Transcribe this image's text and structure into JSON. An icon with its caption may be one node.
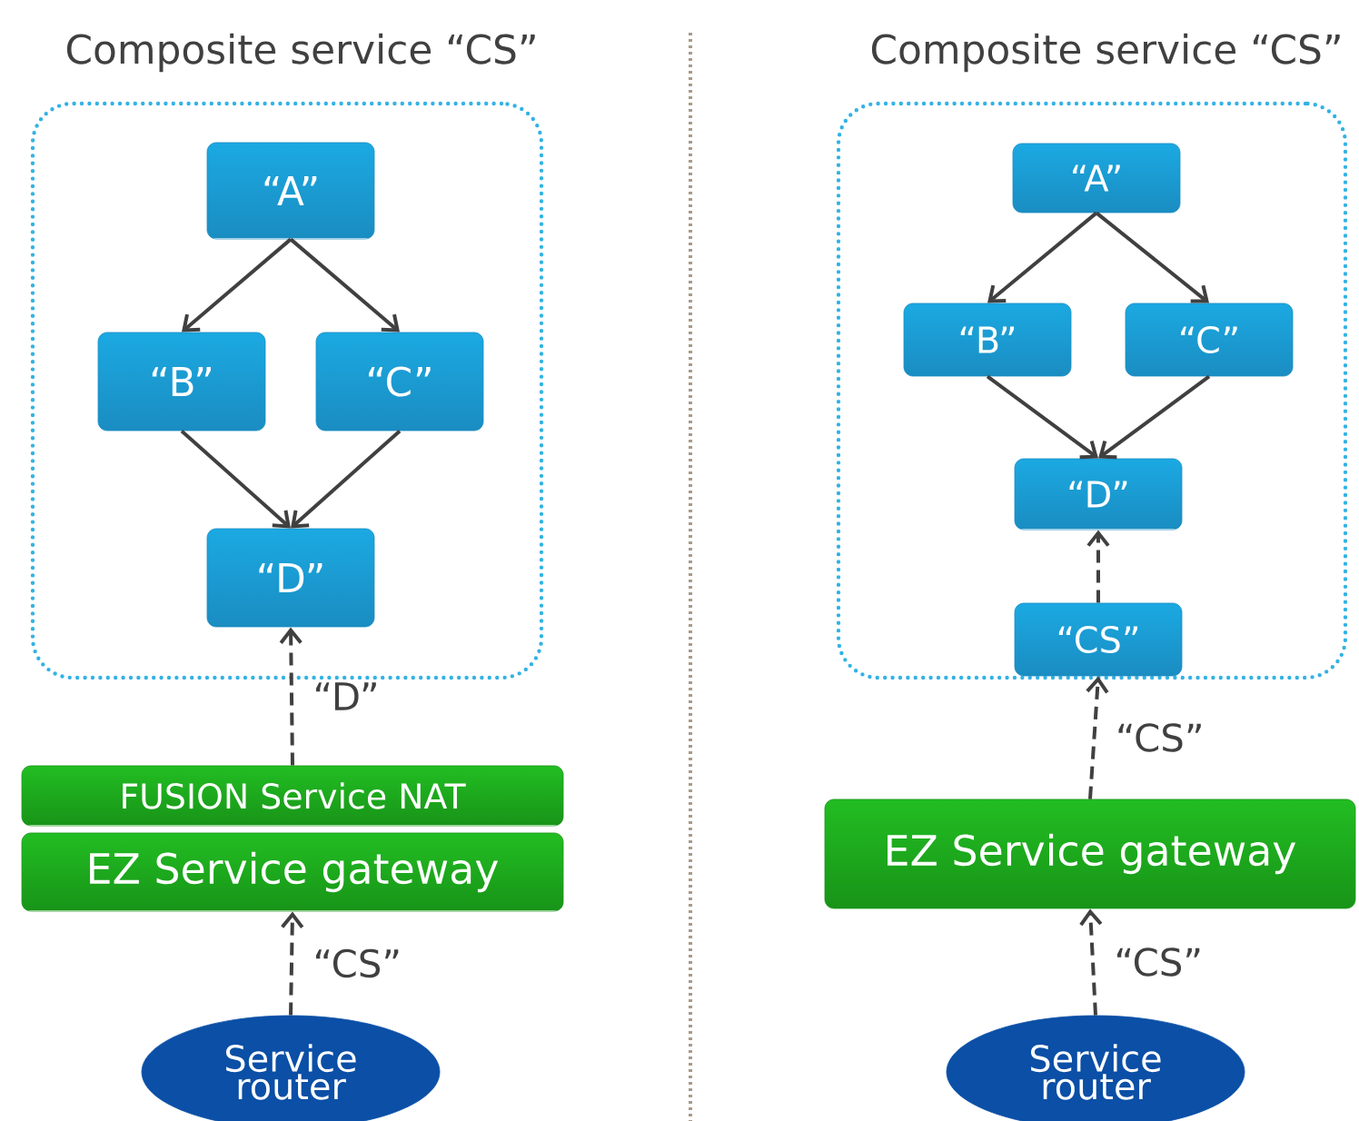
{
  "diagram": {
    "nodes": [
      {
        "text": [
          "Composite service “CS”"
        ]
      },
      {
        "text": [
          "“A”"
        ],
        "in": 0
      },
      {
        "text": [
          "“B”"
        ],
        "in": 0
      },
      {
        "text": [
          "“C”"
        ],
        "in": 0
      },
      {
        "text": [
          "“D”"
        ],
        "in": 0
      },
      {
        "text": [
          "FUSION Service NAT"
        ]
      },
      {
        "text": [
          "EZ Service gateway"
        ]
      },
      {
        "text": [
          "Service router"
        ]
      },
      {
        "text": [
          "Composite service “CS”"
        ]
      },
      {
        "text": [
          "“A”"
        ],
        "in": 8
      },
      {
        "text": [
          "“B”"
        ],
        "in": 8
      },
      {
        "text": [
          "“C”"
        ],
        "in": 8
      },
      {
        "text": [
          "“D”"
        ],
        "in": 8
      },
      {
        "text": [
          "“CS”"
        ],
        "in": 8
      },
      {
        "text": [
          "EZ Service gateway"
        ]
      },
      {
        "text": [
          "Service router"
        ]
      }
    ],
    "edges": [
      {
        "from": 1,
        "to": 2,
        "arrow": "to"
      },
      {
        "from": 1,
        "to": 3,
        "arrow": "to"
      },
      {
        "from": 2,
        "to": 4,
        "arrow": "to"
      },
      {
        "from": 3,
        "to": 4,
        "arrow": "to"
      },
      {
        "from": 5,
        "to": 4,
        "arrow": "to",
        "style": "dashed",
        "label": "“D”"
      },
      {
        "from": 7,
        "to": 6,
        "arrow": "to",
        "style": "dashed",
        "label": "“CS”"
      },
      {
        "from": 9,
        "to": 10,
        "arrow": "to"
      },
      {
        "from": 9,
        "to": 11,
        "arrow": "to"
      },
      {
        "from": 10,
        "to": 12,
        "arrow": "to"
      },
      {
        "from": 11,
        "to": 12,
        "arrow": "to"
      },
      {
        "from": 13,
        "to": 12,
        "arrow": "to",
        "style": "dashed"
      },
      {
        "from": 14,
        "to": 13,
        "arrow": "to",
        "style": "dashed",
        "label": "“CS”"
      },
      {
        "from": 15,
        "to": 14,
        "arrow": "to",
        "style": "dashed",
        "label": "“CS”"
      }
    ]
  }
}
